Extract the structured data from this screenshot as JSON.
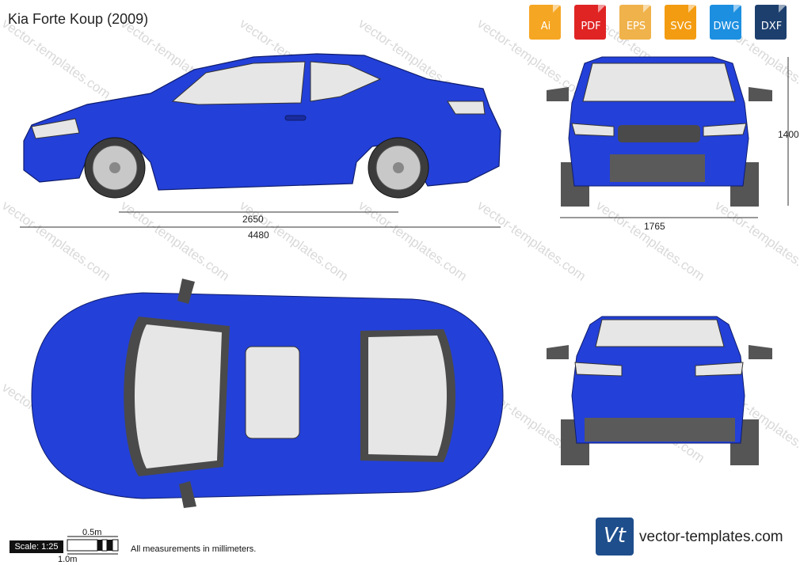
{
  "title": "Kia Forte Koup (2009)",
  "formats": [
    {
      "label": "Ai",
      "icon": "ai-file-icon",
      "color": "#f5a623"
    },
    {
      "label": "PDF",
      "icon": "pdf-file-icon",
      "color": "#e02424"
    },
    {
      "label": "EPS",
      "icon": "eps-file-icon",
      "color": "#f0b24a"
    },
    {
      "label": "SVG",
      "icon": "svg-file-icon",
      "color": "#f39c12"
    },
    {
      "label": "DWG",
      "icon": "dwg-file-icon",
      "color": "#1c8fe0"
    },
    {
      "label": "DXF",
      "icon": "dxf-file-icon",
      "color": "#1c3f6e"
    }
  ],
  "dimensions": {
    "wheelbase": "2650",
    "length": "4480",
    "width": "1765",
    "height": "1400"
  },
  "scale": {
    "label": "Scale: 1:25",
    "half_meter": "0.5m",
    "one_meter": "1.0m"
  },
  "note": "All measurements in millimeters.",
  "watermark": "vector-templates.com",
  "brand": {
    "logo_text": "Vt",
    "site": "vector-templates.com",
    "color": "#1f4e8c"
  },
  "colors": {
    "body": "#2340d9",
    "glass": "#e6e6e6",
    "dark": "#4a4a4a"
  }
}
